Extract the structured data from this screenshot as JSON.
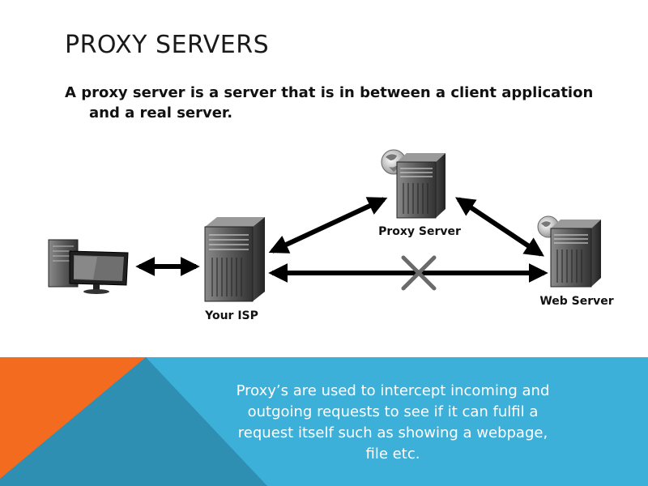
{
  "slide": {
    "title": "PROXY SERVERS",
    "subtitle": "A proxy server is a server that is in between a client application and a real server."
  },
  "diagram": {
    "nodes": {
      "client": {
        "label": ""
      },
      "isp": {
        "label": "Your ISP"
      },
      "proxy": {
        "label": "Proxy Server"
      },
      "web": {
        "label": "Web Server"
      }
    },
    "blocked_link": {
      "from": "isp",
      "to": "web",
      "marker": "x"
    }
  },
  "footer": {
    "text": "Proxy’s are used to intercept incoming and outgoing requests to see if it can fulfil a request itself such as showing a webpage, file etc.",
    "colors": {
      "band": "#3cb0d8",
      "accent": "#f26b1e",
      "shade": "#2e8fb3"
    }
  }
}
